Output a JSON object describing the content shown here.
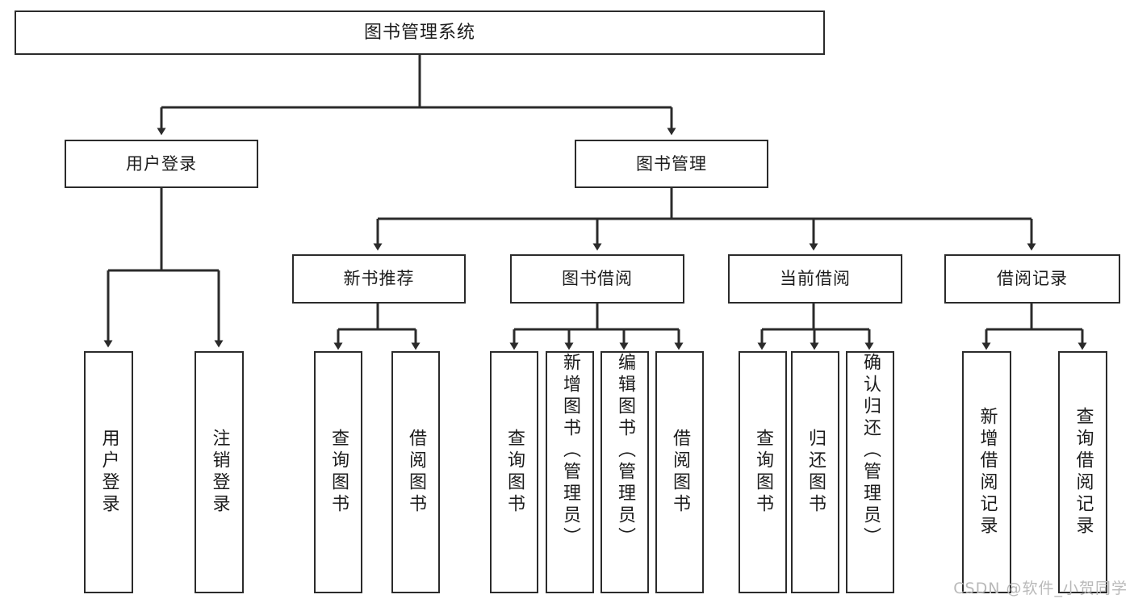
{
  "diagram": {
    "title": "图书管理系统",
    "watermark": "CSDN @软件_小贺同学",
    "stroke_color": "#2b2b2b",
    "background_color": "#ffffff",
    "root": {
      "label": "图书管理系统"
    },
    "level1": [
      {
        "label": "用户登录"
      },
      {
        "label": "图书管理"
      }
    ],
    "level2": [
      {
        "label": "新书推荐"
      },
      {
        "label": "图书借阅"
      },
      {
        "label": "当前借阅"
      },
      {
        "label": "借阅记录"
      }
    ],
    "leaves": {
      "user_login": [
        {
          "label": "用户登录"
        },
        {
          "label": "注销登录"
        }
      ],
      "new_book_recommend": [
        {
          "label": "查询图书"
        },
        {
          "label": "借阅图书"
        }
      ],
      "book_borrow": [
        {
          "label": "查询图书"
        },
        {
          "label": "新增图书（管理员）"
        },
        {
          "label": "编辑图书（管理员）"
        },
        {
          "label": "借阅图书"
        }
      ],
      "current_borrow": [
        {
          "label": "查询图书"
        },
        {
          "label": "归还图书"
        },
        {
          "label": "确认归还（管理员）"
        }
      ],
      "borrow_record": [
        {
          "label": "新增借阅记录"
        },
        {
          "label": "查询借阅记录"
        }
      ]
    }
  }
}
